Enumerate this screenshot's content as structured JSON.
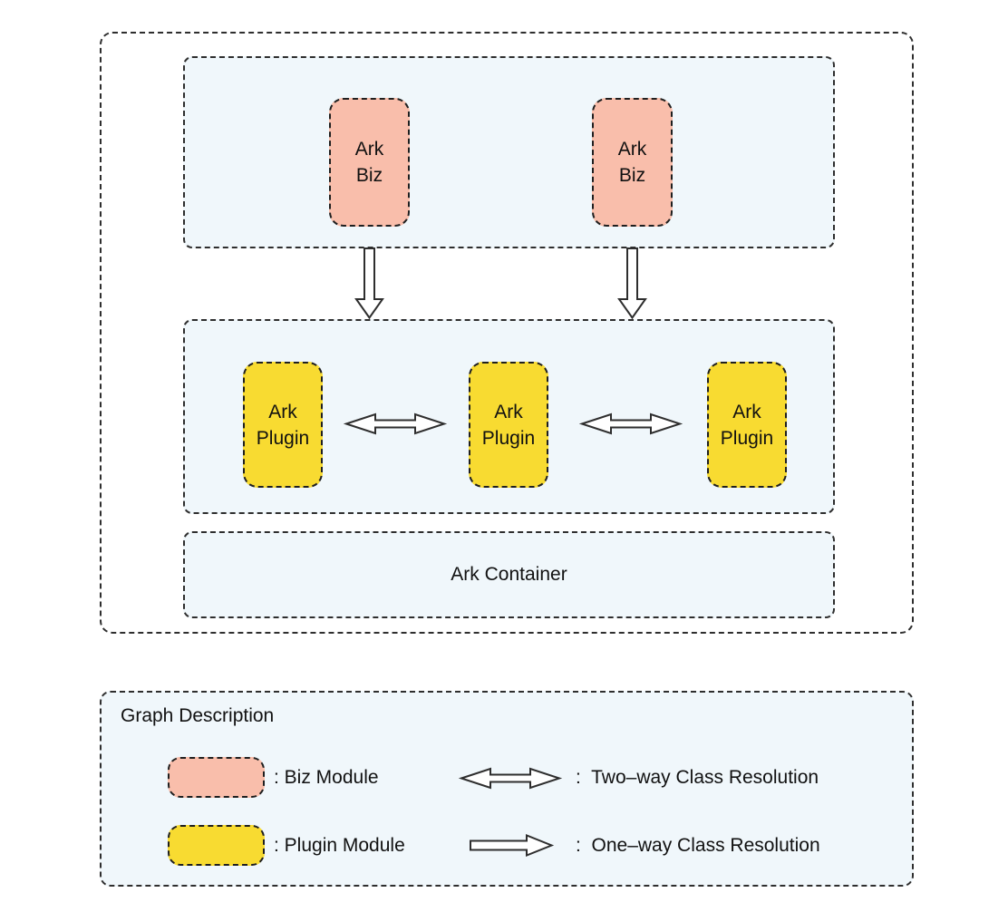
{
  "colors": {
    "biz_module": "#F9BEAB",
    "plugin_module": "#F8DB31",
    "layer_background": "#F0F7FB",
    "dash_border": "#2e2e2e"
  },
  "architecture": {
    "biz_layer": {
      "boxes": [
        {
          "label": "Ark\nBiz"
        },
        {
          "label": "Ark\nBiz"
        }
      ]
    },
    "plugin_layer": {
      "boxes": [
        {
          "label": "Ark\nPlugin"
        },
        {
          "label": "Ark\nPlugin"
        },
        {
          "label": "Ark\nPlugin"
        }
      ]
    },
    "container": {
      "label": "Ark Container"
    }
  },
  "legend": {
    "title": "Graph Description",
    "items": [
      {
        "icon": "biz-swatch",
        "label": ": Biz Module"
      },
      {
        "icon": "plugin-swatch",
        "label": ": Plugin Module"
      },
      {
        "icon": "two-way-arrow-icon",
        "label": ":  Two–way Class Resolution"
      },
      {
        "icon": "one-way-arrow-icon",
        "label": ":  One–way Class Resolution"
      }
    ]
  }
}
